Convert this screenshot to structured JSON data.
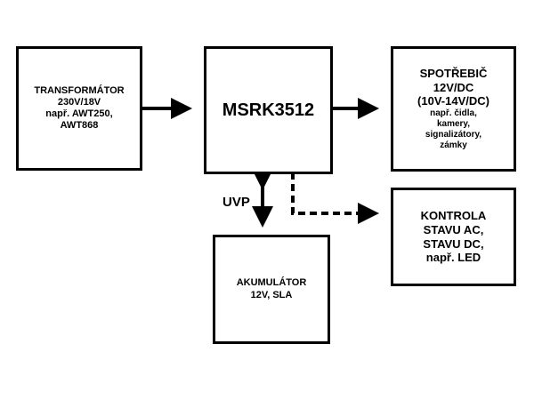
{
  "diagram": {
    "transformer": {
      "title": "TRANSFORMÁTOR",
      "lines": [
        "230V/18V",
        "např. AWT250,",
        "AWT868"
      ]
    },
    "module": {
      "title": "MSRK3512"
    },
    "consumer": {
      "title": "SPOTŘEBIČ",
      "lines": [
        "12V/DC",
        "(10V-14V/DC)"
      ],
      "details": [
        "např. čidla,",
        "kamery,",
        "signalizátory,",
        "zámky"
      ]
    },
    "battery": {
      "title": "AKUMULÁTOR",
      "lines": [
        "12V, SLA"
      ]
    },
    "status": {
      "lines": [
        "KONTROLA",
        "STAVU AC,",
        "STAVU DC,",
        "např. LED"
      ]
    },
    "uvp_label": "UVP",
    "colors": {
      "stroke": "#000000",
      "background": "#ffffff"
    }
  }
}
